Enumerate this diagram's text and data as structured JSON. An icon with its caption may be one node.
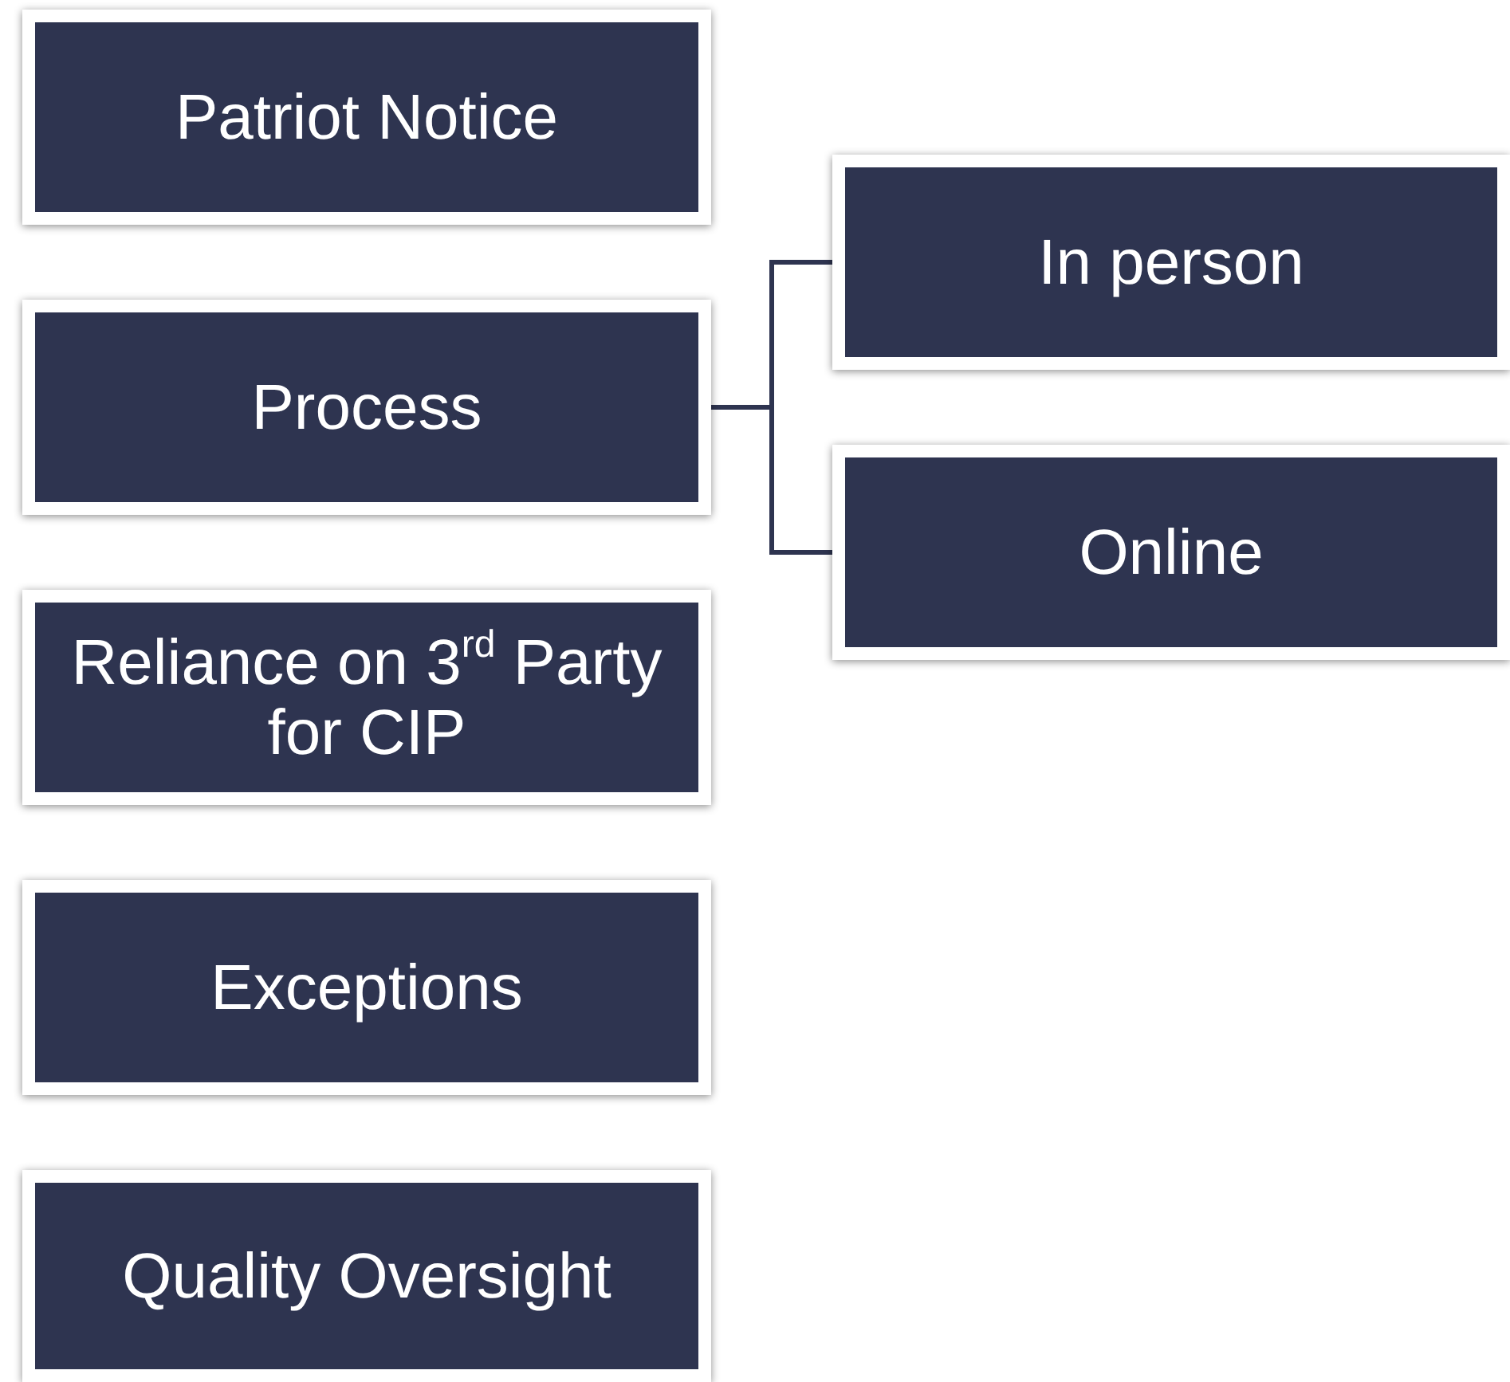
{
  "diagram": {
    "nodes": [
      {
        "text": [
          "Patriot Notice"
        ]
      },
      {
        "text": [
          "Process"
        ]
      },
      {
        "text": [
          "Reliance on 3$^{rd}$ Party for CIP"
        ]
      },
      {
        "text": [
          "Exceptions"
        ]
      },
      {
        "text": [
          "Quality Oversight"
        ]
      },
      {
        "text": [
          "In person"
        ]
      },
      {
        "text": [
          "Online"
        ]
      }
    ],
    "edges": [
      {
        "from": 1,
        "to": 5,
        "arrow": "none"
      },
      {
        "from": 1,
        "to": 6,
        "arrow": "none"
      }
    ]
  }
}
